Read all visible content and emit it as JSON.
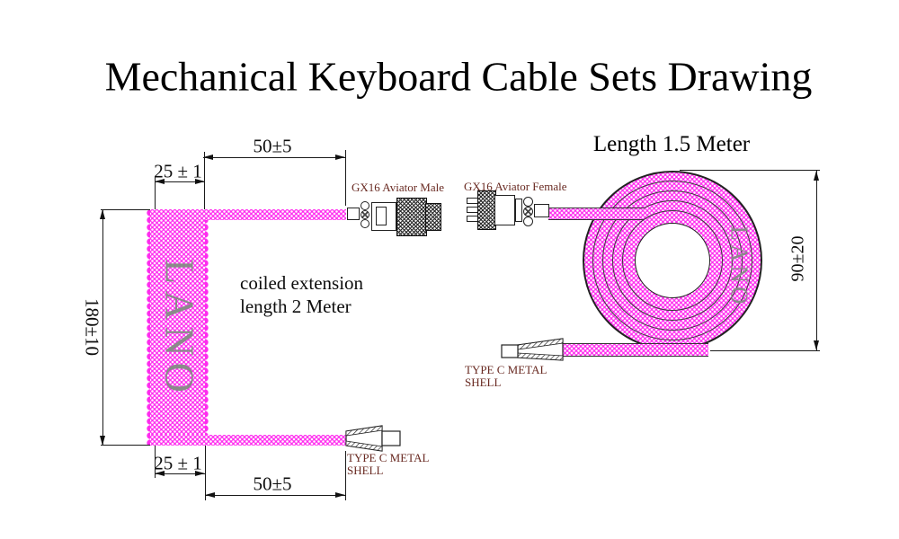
{
  "title": "Mechanical Keyboard Cable Sets Drawing",
  "colors": {
    "cable_magenta": "#ff2cef",
    "line_black": "#1a1a1a",
    "label_red": "#692a22",
    "brand_gray": "#8a8a8a"
  },
  "left_drawing": {
    "dim_top_50": "50±5",
    "dim_top_25": "25 ± 1",
    "dim_left_180": "180±10",
    "dim_bottom_25": "25 ± 1",
    "dim_bottom_50": "50±5",
    "connector_top_label": "GX16 Aviator Male",
    "note_line1": "coiled extension",
    "note_line2": "length 2 Meter",
    "typec_label_line1": "TYPE C METAL",
    "typec_label_line2": "SHELL",
    "brand": "LANO"
  },
  "right_drawing": {
    "heading": "Length 1.5 Meter",
    "connector_left_label": "GX16 Aviator Female",
    "typec_label_line1": "TYPE C METAL",
    "typec_label_line2": "SHELL",
    "dim_right_90": "90±20",
    "brand": "LANO"
  }
}
